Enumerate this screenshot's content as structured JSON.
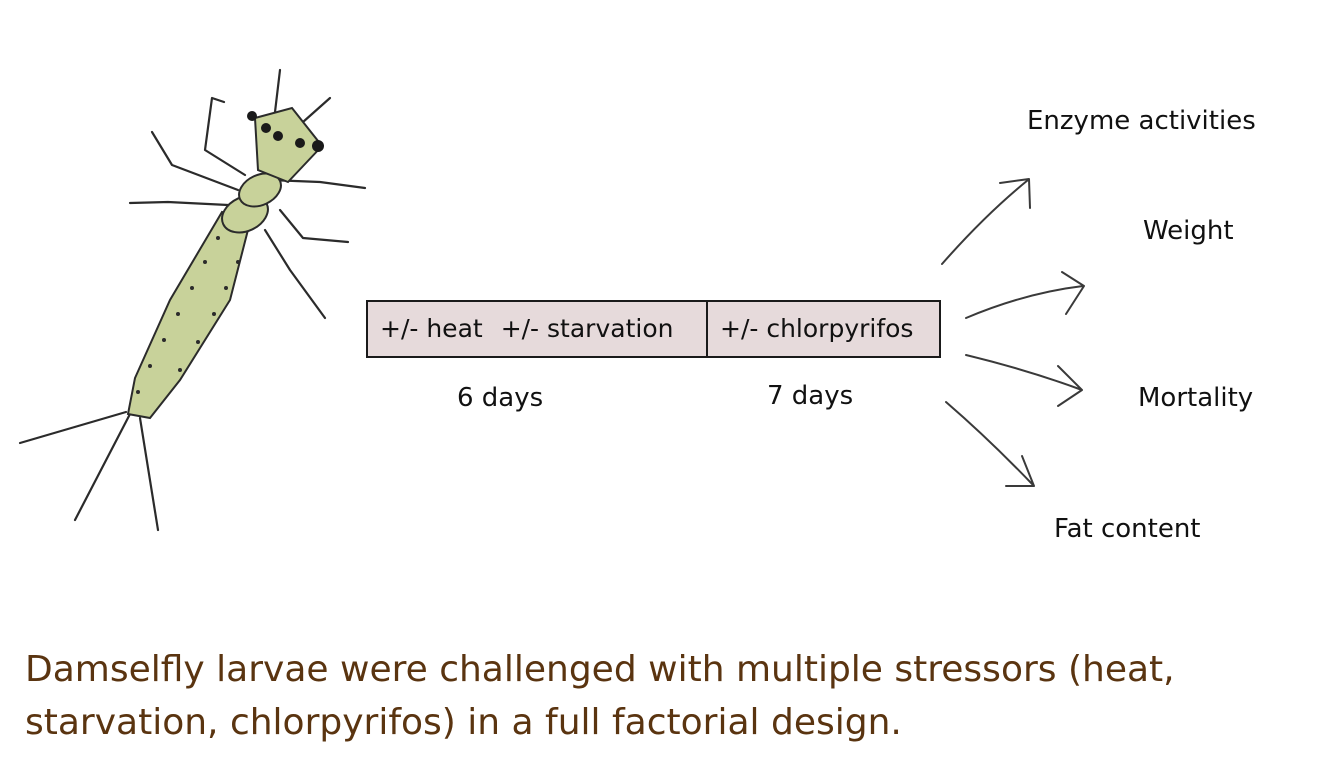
{
  "colors": {
    "caption": "#5a3410",
    "box_fill": "#e6dadb",
    "larva_body": "#c8d29a",
    "text": "#111111"
  },
  "illustration": {
    "subject": "damselfly larva drawing"
  },
  "timeline": {
    "treatment_box": {
      "part1": "+/- heat",
      "part2": "+/- starvation"
    },
    "exposure_box": {
      "label": "+/- chlorpyrifos"
    },
    "durations": [
      "6 days",
      "7 days"
    ]
  },
  "outcomes": [
    "Enzyme activities",
    "Weight",
    "Mortality",
    "Fat content"
  ],
  "caption": {
    "line1": "Damselfly larvae were challenged with multiple stressors (heat,",
    "line2": "starvation, chlorpyrifos) in a full factorial design."
  }
}
